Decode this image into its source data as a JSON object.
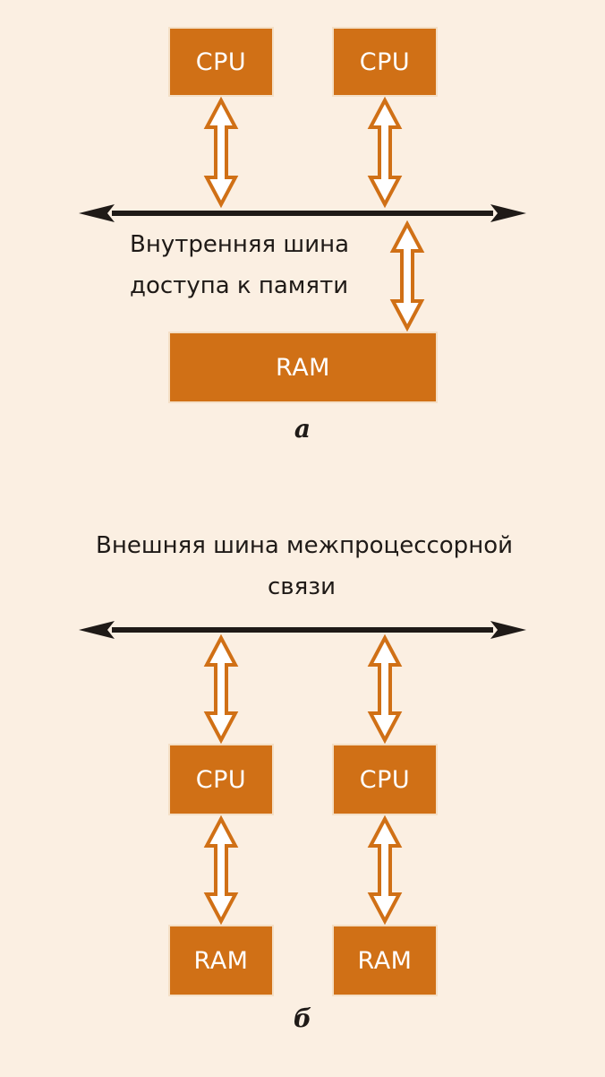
{
  "colors": {
    "background": "#fbefe2",
    "box_fill": "#d07016",
    "box_text": "#ffffff",
    "arrow_outline": "#d07016",
    "bus_color": "#1f1a17",
    "text_color": "#1f1a17"
  },
  "diagram_a": {
    "cpu_1": "CPU",
    "cpu_2": "CPU",
    "ram": "RAM",
    "bus_label_line1": "Внутренняя шина",
    "bus_label_line2": "доступа к памяти",
    "caption": "а"
  },
  "diagram_b": {
    "bus_label_line1": "Внешняя шина межпроцессорной",
    "bus_label_line2": "связи",
    "cpu_1": "CPU",
    "cpu_2": "CPU",
    "ram_1": "RAM",
    "ram_2": "RAM",
    "caption": "б"
  }
}
